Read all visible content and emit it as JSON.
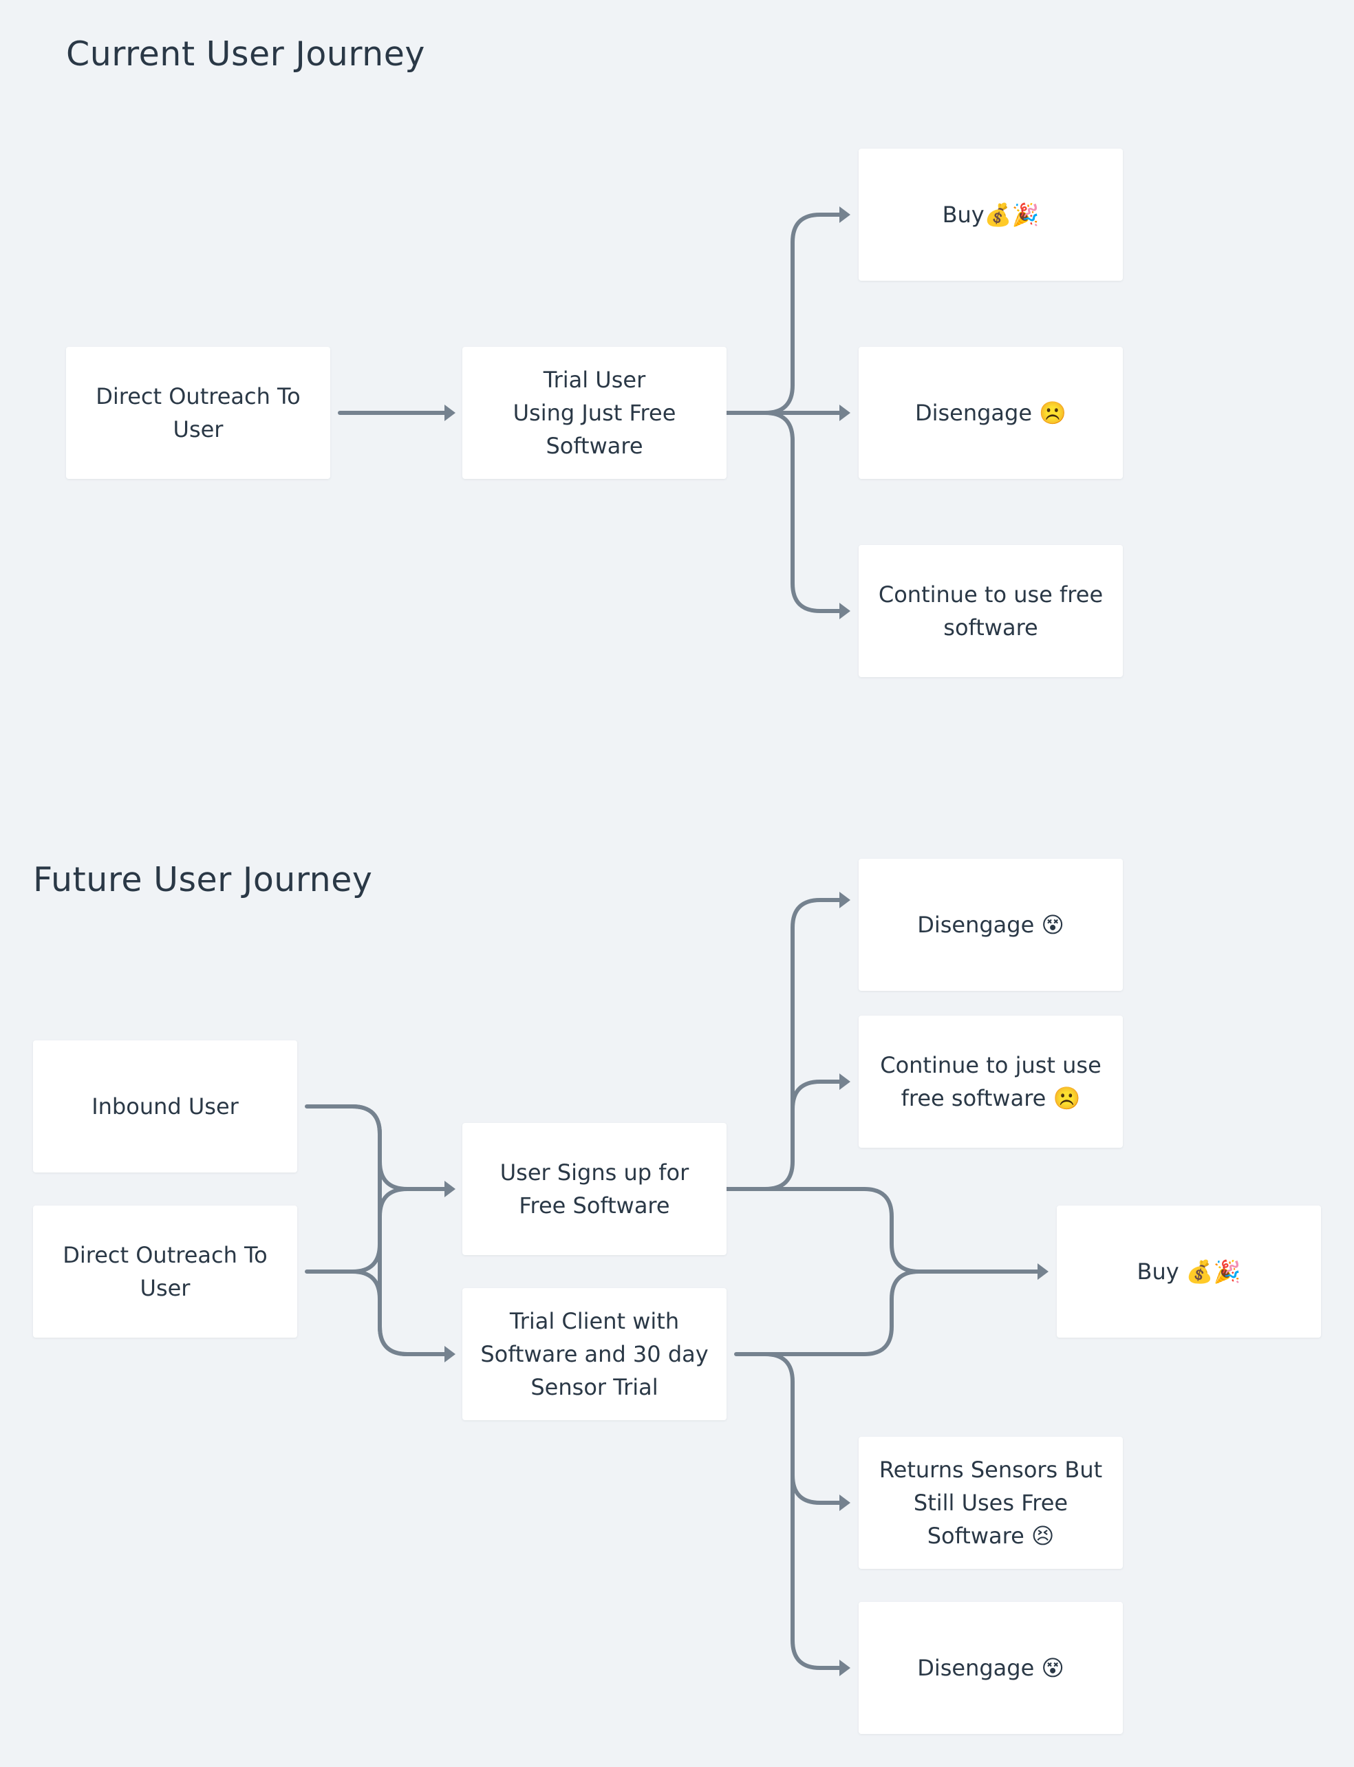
{
  "sections": {
    "current": {
      "title": "Current User Journey"
    },
    "future": {
      "title": "Future User Journey"
    }
  },
  "nodes": {
    "current_outreach": "Direct Outreach To\nUser",
    "current_trial": "Trial User\nUsing Just Free\nSoftware",
    "current_buy": "Buy💰🎉",
    "current_disengage": "Disengage ☹️",
    "current_continue": "Continue to use free\nsoftware",
    "future_inbound": "Inbound User",
    "future_outreach": "Direct Outreach To\nUser",
    "future_signup": "User Signs up for\nFree Software",
    "future_trial_sensor": "Trial Client with\nSoftware and 30 day\nSensor Trial",
    "future_disengage_top": "Disengage 😵",
    "future_continue": "Continue to just use\nfree software ☹️",
    "future_buy": "Buy 💰🎉",
    "future_returns": "Returns Sensors But\nStill Uses Free\nSoftware 😣",
    "future_disengage_bottom": "Disengage 😵"
  },
  "colors": {
    "background": "#f0f3f6",
    "node_fill": "#ffffff",
    "text": "#2a3846",
    "connector": "#75828f"
  }
}
